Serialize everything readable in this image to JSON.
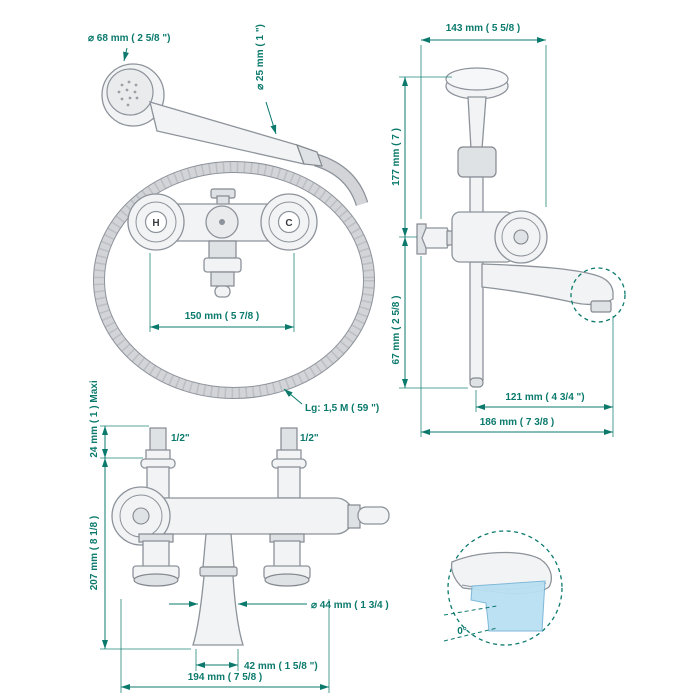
{
  "colors": {
    "dimension": "#0b7a6d",
    "drawing": "#8d939b",
    "highlight_fill": "#b9e0f2",
    "highlight_stroke": "#79b4d6"
  },
  "front_view": {
    "head_diameter": "⌀ 68 mm ( 2 5/8 \")",
    "handle_diameter": "⌀ 25 mm ( 1 \")",
    "handle_spacing": "150 mm ( 5 7/8 )",
    "hose_length": "Lg: 1,5 M ( 59 \")",
    "hot": "H",
    "cold": "C"
  },
  "side_view": {
    "depth": "143 mm ( 5 5/8 )",
    "height_upper": "177 mm ( 7 )",
    "height_lower": "67 mm ( 2 5/8 )",
    "spout_reach": "121 mm ( 4 3/4 \")",
    "total_depth": "186 mm ( 7 3/8 )"
  },
  "bottom_view": {
    "tail_length": "24 mm ( 1 ) Maxi",
    "total_height": "207 mm ( 8 1/8 )",
    "inlet_left": "1/2\"",
    "inlet_right": "1/2\"",
    "spout_diameter": "⌀ 44 mm ( 1 3/4 )",
    "spout_offset": "42 mm ( 1 5/8 \")",
    "centers_distance": "194 mm ( 7 5/8 )"
  },
  "detail_view": {
    "angle": "0°"
  }
}
